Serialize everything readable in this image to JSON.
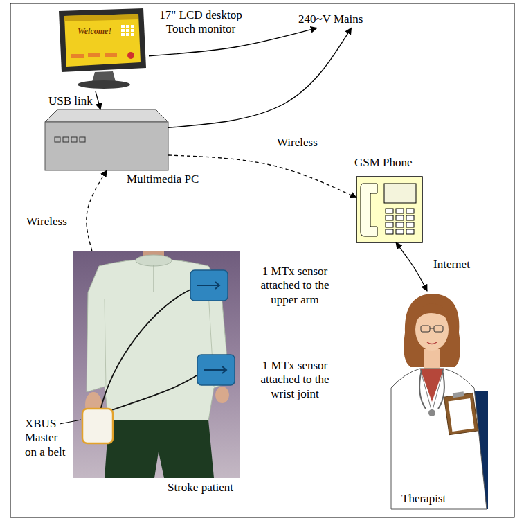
{
  "diagram": {
    "nodes": [
      {
        "text": [
          "17\" LCD desktop Touch monitor"
        ]
      },
      {
        "text": [
          "240~V Mains"
        ]
      },
      {
        "text": [
          "Multimedia PC"
        ]
      },
      {
        "text": [
          "GSM Phone"
        ]
      },
      {
        "text": [
          "Stroke patient"
        ]
      },
      {
        "text": [
          "Therapist"
        ]
      }
    ],
    "edges": [
      {
        "from": 0,
        "to": 1,
        "arrow": "to"
      },
      {
        "from": 0,
        "to": 2,
        "label": "USB link",
        "arrow": "to"
      },
      {
        "from": 2,
        "to": 1,
        "arrow": "to"
      },
      {
        "from": 2,
        "to": 3,
        "label": "Wireless",
        "arrow": "to"
      },
      {
        "from": 4,
        "to": 2,
        "label": "Wireless",
        "arrow": "to"
      },
      {
        "from": 3,
        "to": 5,
        "label": "Internet",
        "arrow": "both"
      }
    ],
    "labels": [
      "Welcome!",
      "1 MTx sensor attached to the upper arm",
      "1 MTx sensor attached to the wrist joint",
      "XBUS Master on a belt"
    ]
  }
}
